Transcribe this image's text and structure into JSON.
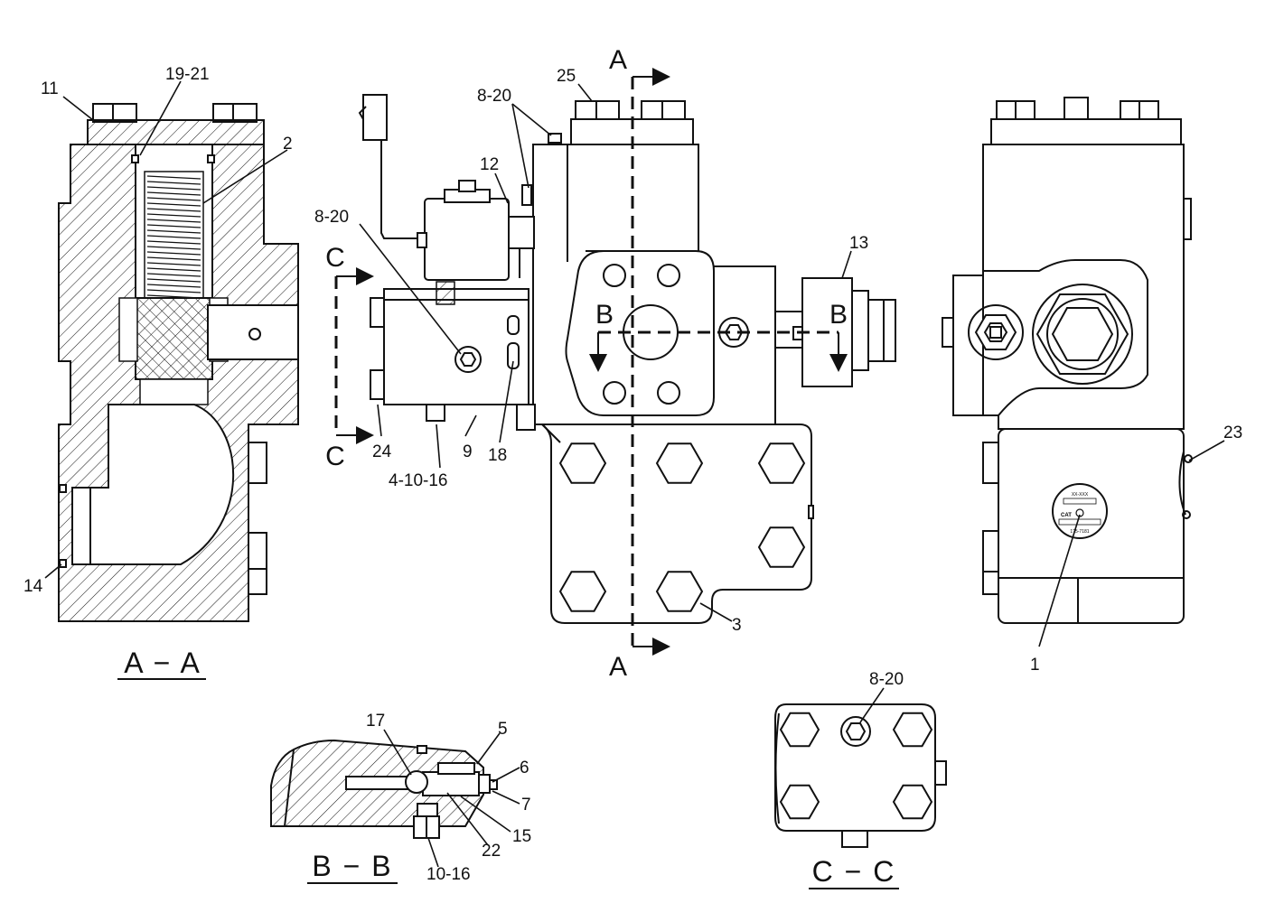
{
  "diagram": {
    "views": {
      "section_aa_title": "A − A",
      "section_bb_title": "B − B",
      "section_cc_title": "C − C"
    },
    "section_markers": {
      "a_top": "A",
      "a_bottom": "A",
      "b_left": "B",
      "b_right": "B",
      "c_top": "C",
      "c_bottom": "C"
    },
    "callouts": {
      "aa_11": "11",
      "aa_19_21": "19-21",
      "aa_2": "2",
      "aa_14": "14",
      "front_25": "25",
      "front_8_20_top": "8-20",
      "front_12": "12",
      "front_8_20_left": "8-20",
      "front_13": "13",
      "front_24": "24",
      "front_9": "9",
      "front_18": "18",
      "front_4_10_16": "4-10-16",
      "front_3": "3",
      "side_23": "23",
      "side_1": "1",
      "bb_17": "17",
      "bb_5": "5",
      "bb_6": "6",
      "bb_7": "7",
      "bb_15": "15",
      "bb_22": "22",
      "bb_10_16": "10-16",
      "cc_8_20": "8-20"
    },
    "nameplate": {
      "brand": "CAT",
      "model": "XX-XXX",
      "part_no": "1?5-7181"
    },
    "colors": {
      "line": "#111111",
      "background": "#ffffff"
    }
  }
}
